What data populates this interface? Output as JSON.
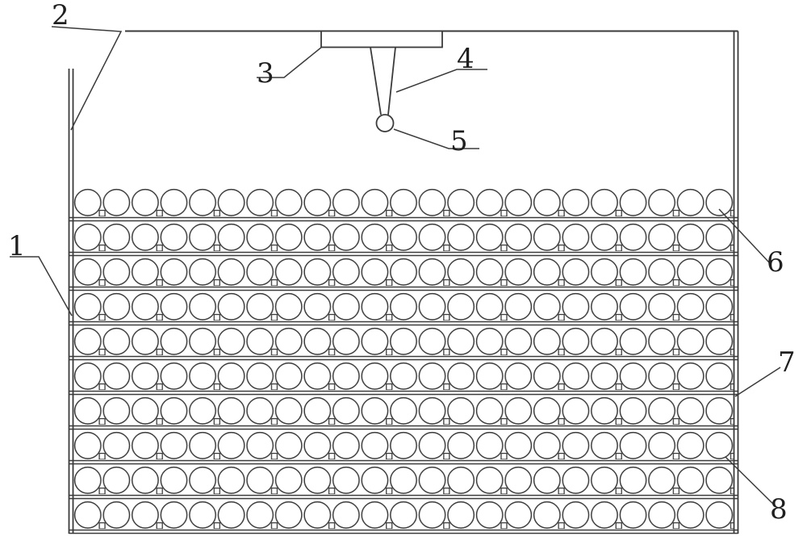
{
  "figure": {
    "background": "#ffffff",
    "line_color": "#3b3b3b",
    "text_color": "#1f1f1f"
  },
  "diagram": {
    "pipe_rows": 10,
    "circles_per_row": 23
  },
  "labels": {
    "l1": "1",
    "l2": "2",
    "l3": "3",
    "l4": "4",
    "l5": "5",
    "l6": "6",
    "l7": "7",
    "l8": "8"
  }
}
